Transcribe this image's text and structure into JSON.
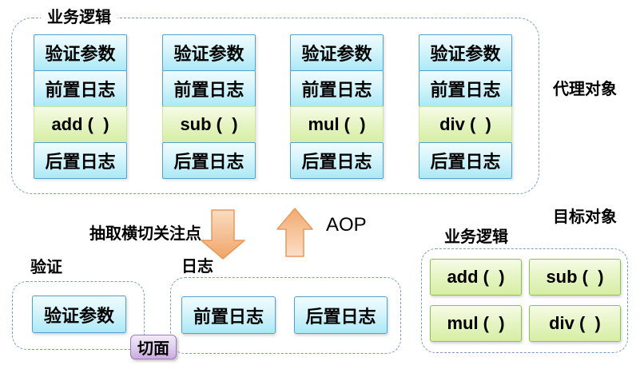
{
  "diagram": {
    "proxy_group": {
      "label": "业务逻辑",
      "side_label": "代理对象",
      "columns": [
        {
          "rows": [
            "验证参数",
            "前置日志",
            "add (  )",
            "后置日志"
          ]
        },
        {
          "rows": [
            "验证参数",
            "前置日志",
            "sub (  )",
            "后置日志"
          ]
        },
        {
          "rows": [
            "验证参数",
            "前置日志",
            "mul (  )",
            "后置日志"
          ]
        },
        {
          "rows": [
            "验证参数",
            "前置日志",
            "div (  )",
            "后置日志"
          ]
        }
      ]
    },
    "middle": {
      "extract_label": "抽取横切关注点",
      "aop_label": "AOP"
    },
    "validation_group": {
      "label": "验证",
      "box": "验证参数"
    },
    "log_group": {
      "label": "日志",
      "boxes": [
        "前置日志",
        "后置日志"
      ]
    },
    "aspect_badge": "切面",
    "target_group": {
      "side_label": "目标对象",
      "label": "业务逻辑",
      "methods": [
        "add (  )",
        "sub (  )",
        "mul (  )",
        "div (  )"
      ]
    },
    "colors": {
      "dash_border": "#7d9cc0",
      "blue_box_border": "#56a0cf",
      "blue_box_fill_top": "#f0fcfe",
      "blue_box_fill_bottom": "#abe9f6",
      "green_cell_border": "#cde49e",
      "green_box_border": "#8dc34d",
      "green_box_fill_top": "#f6fbe6",
      "green_box_fill_bottom": "#d7eea4",
      "purple_border": "#9d7bb9",
      "purple_fill_top": "#f2ebf8",
      "purple_fill_bottom": "#c9aadd",
      "arrow_fill_light": "#fbdcc2",
      "arrow_fill_dark": "#f0a468",
      "arrow_stroke": "#e8995c"
    }
  }
}
